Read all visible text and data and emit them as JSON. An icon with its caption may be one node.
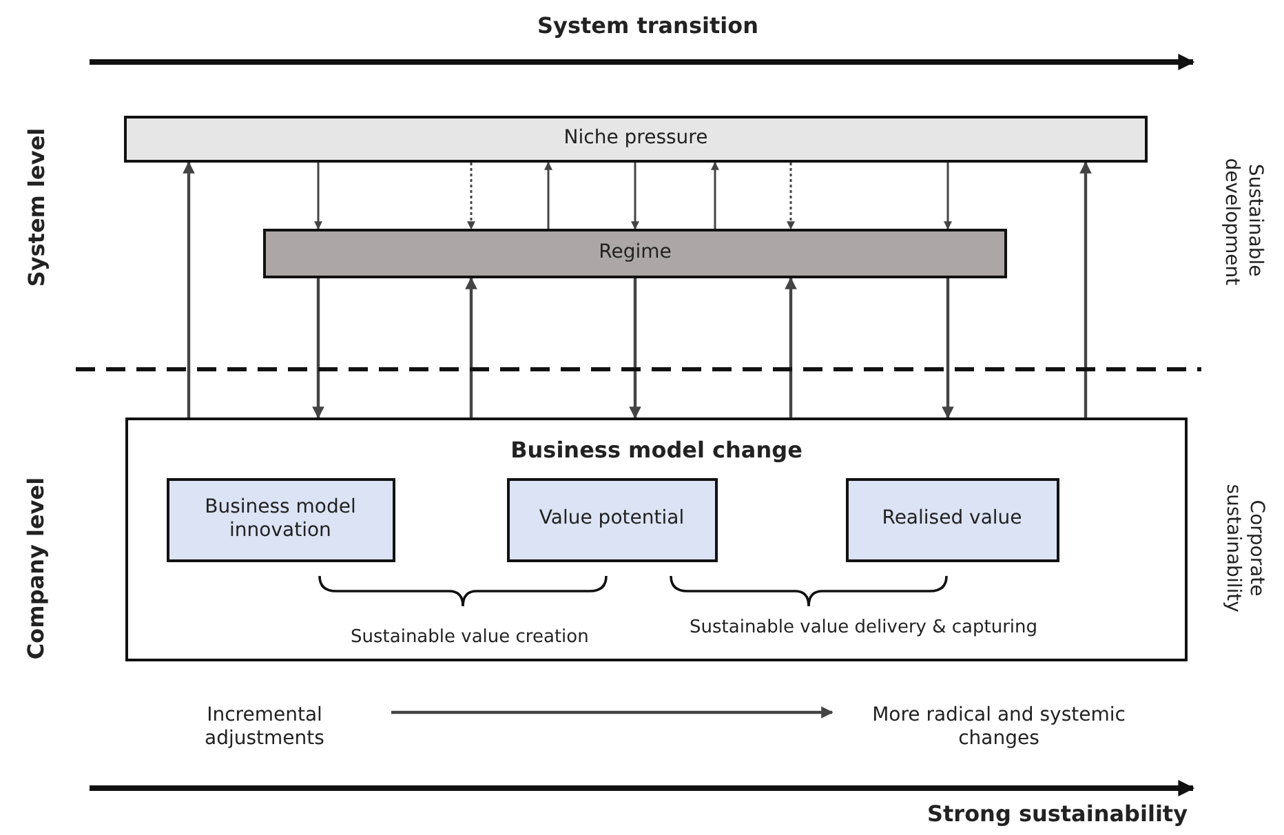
{
  "diagram": {
    "nodes": [
      {
        "text": [
          "Niche pressure"
        ]
      },
      {
        "text": [
          "Regime"
        ]
      },
      {
        "text": [
          "Business model change"
        ]
      },
      {
        "text": [
          "Business model innovation"
        ],
        "in": 2
      },
      {
        "text": [
          "Value potential"
        ],
        "in": 2
      },
      {
        "text": [
          "Realised value"
        ],
        "in": 2
      },
      {
        "text": [
          "Incremental adjustments"
        ]
      },
      {
        "text": [
          "More radical and systemic changes"
        ]
      }
    ],
    "edges": [
      {
        "from": 2,
        "to": 0,
        "arrow": "to"
      },
      {
        "from": 0,
        "to": 1,
        "arrow": "to"
      },
      {
        "from": 0,
        "to": 1,
        "arrow": "to",
        "style": "dashed"
      },
      {
        "from": 1,
        "to": 0,
        "arrow": "to"
      },
      {
        "from": 0,
        "to": 1,
        "arrow": "to"
      },
      {
        "from": 1,
        "to": 0,
        "arrow": "to"
      },
      {
        "from": 0,
        "to": 1,
        "arrow": "to",
        "style": "dashed"
      },
      {
        "from": 0,
        "to": 1,
        "arrow": "to"
      },
      {
        "from": 2,
        "to": 0,
        "arrow": "to"
      },
      {
        "from": 1,
        "to": 2,
        "arrow": "to"
      },
      {
        "from": 2,
        "to": 1,
        "arrow": "to"
      },
      {
        "from": 1,
        "to": 2,
        "arrow": "to"
      },
      {
        "from": 2,
        "to": 1,
        "arrow": "to"
      },
      {
        "from": 1,
        "to": 2,
        "arrow": "to"
      },
      {
        "from": 6,
        "to": 7,
        "arrow": "to"
      }
    ],
    "labels": [
      "System transition",
      "System level",
      "Sustainable development",
      "Company level",
      "Corporate sustainability",
      "Sustainable value creation",
      "Sustainable value delivery & capturing",
      "Strong sustainability"
    ]
  }
}
